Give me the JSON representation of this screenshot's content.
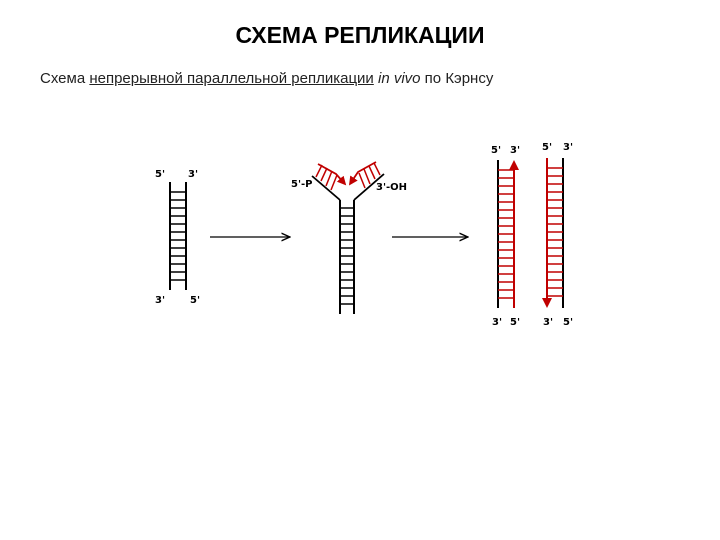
{
  "page": {
    "title": "СХЕМА РЕПЛИКАЦИИ",
    "subtitle": {
      "prefix": "Схема ",
      "underlined": "непрерывной параллельной репликации",
      "space": " ",
      "italic": "in vivo",
      "suffix": " по Кэрнсу"
    }
  },
  "colors": {
    "parent": "#000000",
    "new": "#c00000",
    "text": "#000000"
  },
  "diagram": {
    "stage1": {
      "top_left": "5'",
      "top_right": "3'",
      "bottom_left": "3'",
      "bottom_right": "5'"
    },
    "stage2": {
      "left_end": "5'-P",
      "right_end": "3'-OH"
    },
    "stage3": {
      "duplex_a": {
        "top_left": "5'",
        "top_right": "3'",
        "bottom_left": "3'",
        "bottom_right": "5'"
      },
      "duplex_b": {
        "top_left": "5'",
        "top_right": "3'",
        "bottom_left": "3'",
        "bottom_right": "5'"
      }
    }
  }
}
